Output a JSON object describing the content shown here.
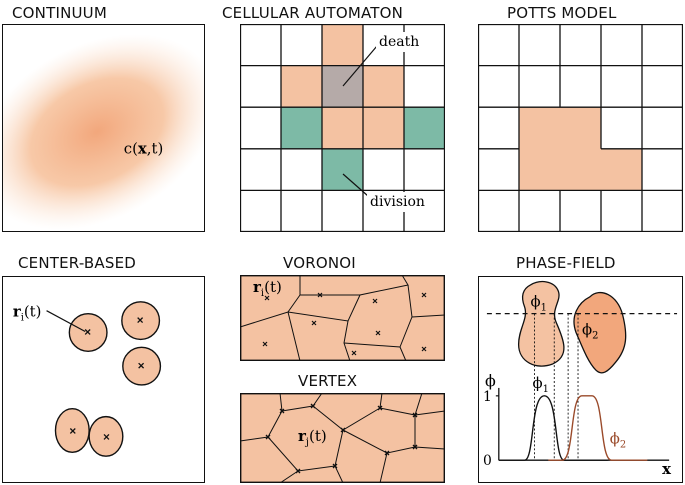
{
  "panels": {
    "continuum": {
      "title": "CONTINUUM",
      "label": "c(x,t)",
      "label_pre": "c(",
      "label_bold": "x",
      "label_post": ",t)"
    },
    "cellular": {
      "title": "CELLULAR AUTOMATON",
      "death": "death",
      "division": "division"
    },
    "potts": {
      "title": "POTTS MODEL"
    },
    "center": {
      "title": "CENTER-BASED",
      "label": "ri(t)"
    },
    "voronoi": {
      "title": "VORONOI",
      "label": "ri(t)"
    },
    "vertex": {
      "title": "VERTEX",
      "label": "rj(t)"
    },
    "phase": {
      "title": "PHASE-FIELD",
      "phi": "ϕ",
      "phi1": "ϕ1",
      "phi2": "ϕ2",
      "tick_one": "1",
      "tick_zero": "0",
      "x_axis": "x"
    }
  },
  "colors": {
    "cell": "#f4c2a2",
    "cell_dark": "#f2a77c",
    "division": "#7dbaa6",
    "death": "#b5aaa8",
    "stroke": "#111111",
    "phi2_stroke": "#9a4a2a"
  }
}
